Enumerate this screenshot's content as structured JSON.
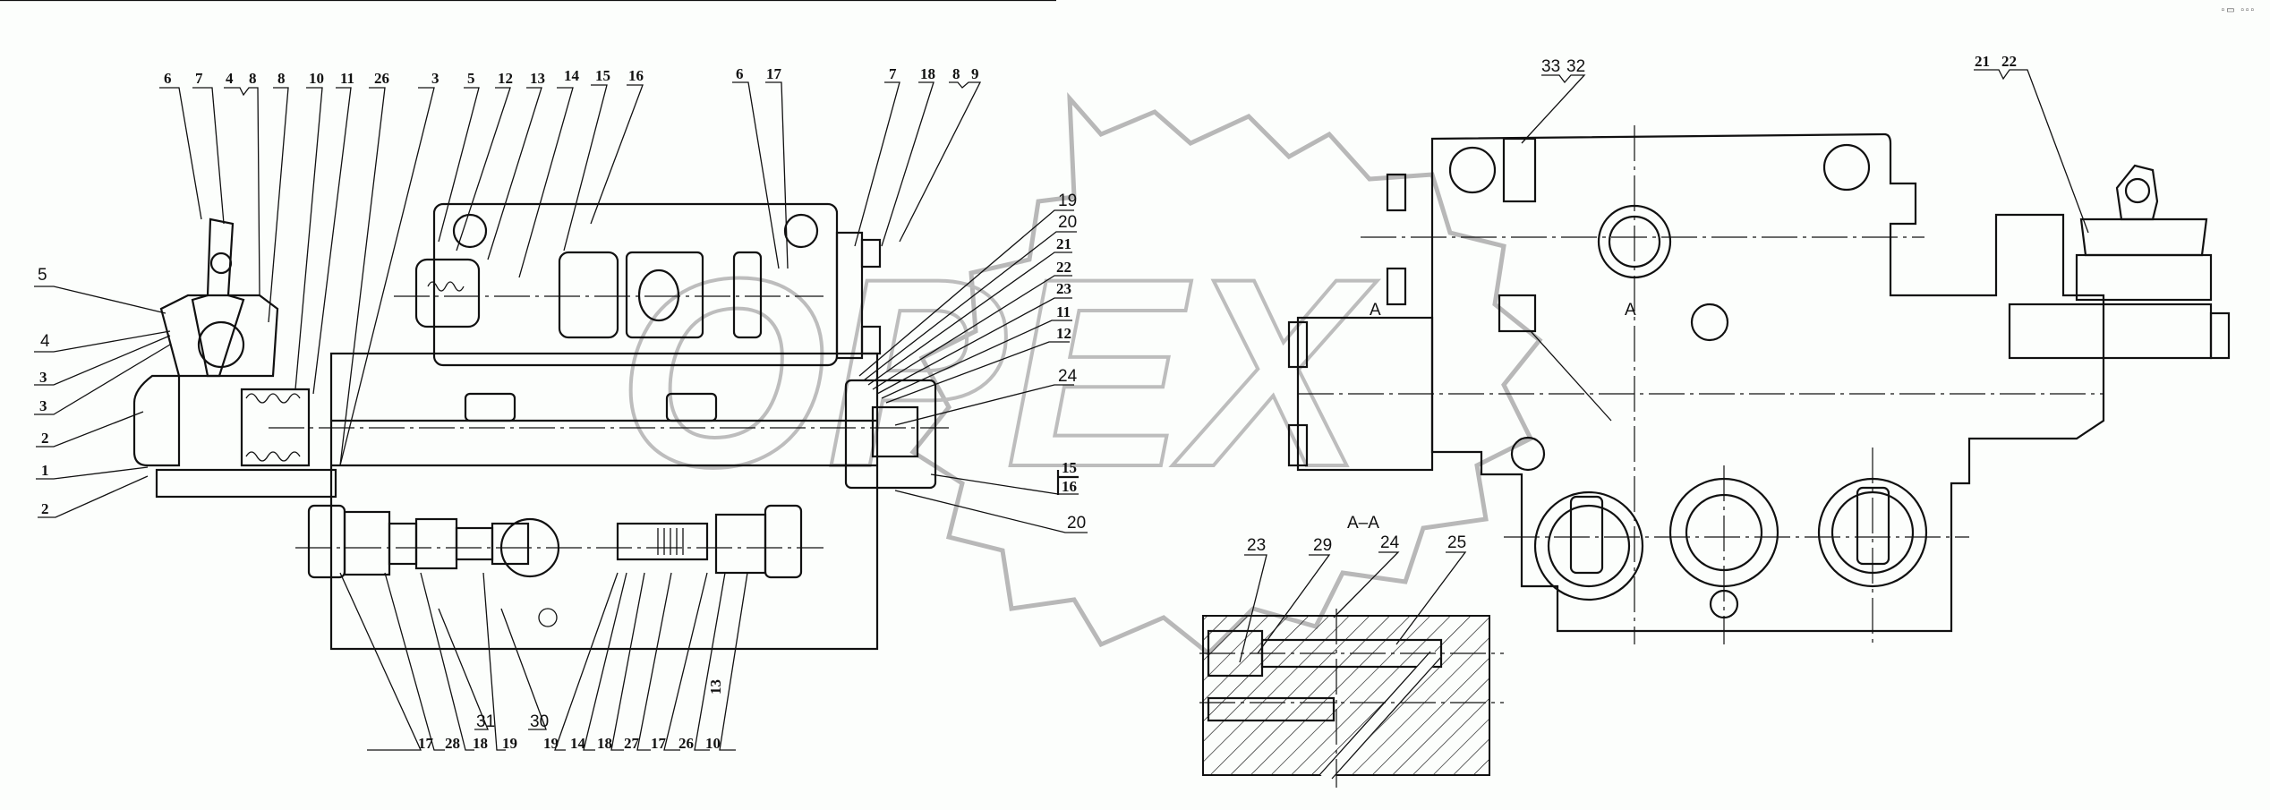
{
  "drawing": {
    "watermark_text": "OPEX",
    "corner_marks": "▫▭ ▫▫▫",
    "section_label": "A–A",
    "section_marker_left": "A",
    "section_marker_right": "A",
    "colors": {
      "ink": "#111111",
      "watermark": "#b8b8b8",
      "paper": "#fcfefc"
    }
  },
  "left_view": {
    "top_callouts": [
      "6",
      "7",
      "4",
      "8",
      "8",
      "10",
      "11",
      "26",
      "3",
      "5",
      "12",
      "13",
      "14",
      "15",
      "16",
      "6",
      "17",
      "7",
      "18",
      "8",
      "9"
    ],
    "left_callouts": [
      "5",
      "4",
      "3",
      "3",
      "2",
      "1",
      "2"
    ],
    "right_callouts": [
      "19",
      "20",
      "21",
      "22",
      "23",
      "11",
      "12",
      "24",
      "15",
      "16",
      "20"
    ],
    "bottom_callouts": [
      "17",
      "28",
      "18",
      "19",
      "19",
      "14",
      "18",
      "27",
      "17",
      "26",
      "10"
    ],
    "mid_callouts": [
      "31",
      "30",
      "13"
    ]
  },
  "right_view": {
    "top_callouts": [
      "33",
      "32",
      "21",
      "22"
    ],
    "section_callouts": [
      "23",
      "29",
      "24",
      "25"
    ]
  }
}
